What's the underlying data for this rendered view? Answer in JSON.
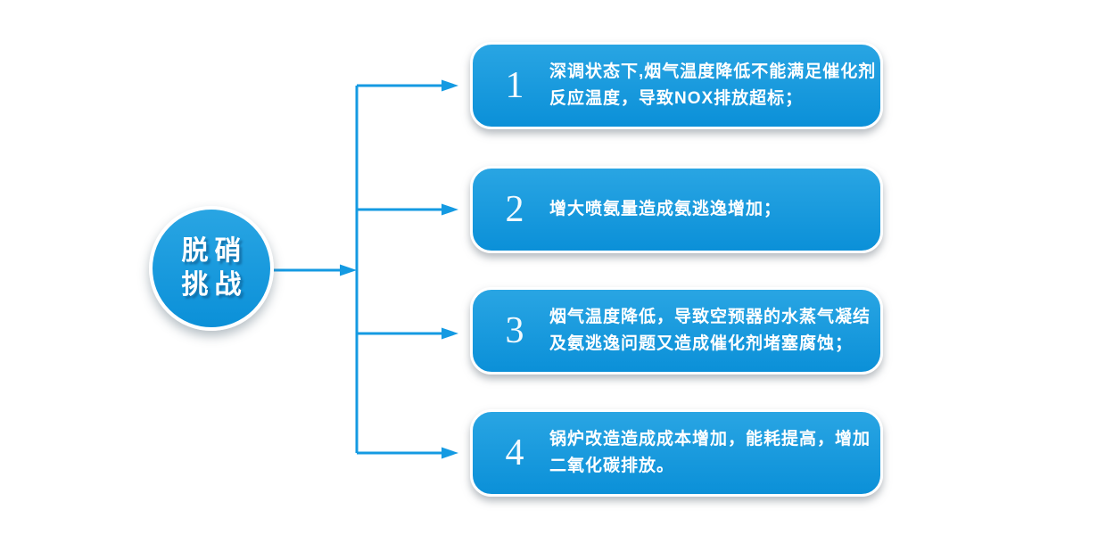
{
  "diagram": {
    "root": {
      "lines": [
        "脱硝",
        "挑战"
      ]
    },
    "boxes": [
      {
        "number": "1",
        "lines": [
          "深调状态下,烟气温度降低不能满足催化剂",
          "反应温度，导致NOX排放超标；"
        ]
      },
      {
        "number": "2",
        "lines": [
          "增大喷氨量造成氨逃逸增加；",
          ""
        ]
      },
      {
        "number": "3",
        "lines": [
          "烟气温度降低，导致空预器的水蒸气凝结",
          "及氨逃逸问题又造成催化剂堵塞腐蚀；"
        ]
      },
      {
        "number": "4",
        "lines": [
          "锅炉改造造成成本增加，能耗提高，增加",
          "二氧化碳排放。"
        ]
      }
    ]
  },
  "colors": {
    "accent_line": "#149ae2",
    "node_gradient_top": "#29a5e3",
    "node_gradient_bottom": "#0b90d8",
    "text": "#ffffff",
    "background": "#ffffff"
  }
}
